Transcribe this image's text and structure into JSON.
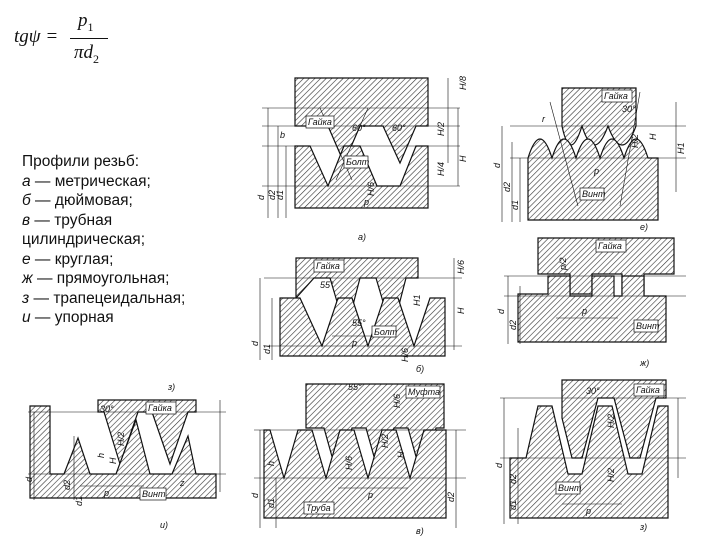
{
  "formula": {
    "lhs": "tgψ =",
    "numerator": "p",
    "numerator_sub": "1",
    "denominator": "πd",
    "denominator_sub": "2"
  },
  "caption": {
    "title": "Профили резьб:",
    "items": [
      {
        "letter": "а",
        "text": " — метрическая;"
      },
      {
        "letter": "б",
        "text": " — дюймовая;"
      },
      {
        "letter": "в",
        "text": " — трубная"
      },
      {
        "letter": "",
        "text": "цилиндрическая;"
      },
      {
        "letter": " е",
        "text": " — круглая;"
      },
      {
        "letter": "ж",
        "text": " — прямоугольная;"
      },
      {
        "letter": "з",
        "text": " — трапецеидальная;"
      },
      {
        "letter": "и",
        "text": " — упорная"
      }
    ]
  },
  "figures": [
    {
      "id": "a",
      "caption": "а)",
      "nut": "Гайка",
      "bolt": "Болт",
      "angle_left": "60°",
      "angle_right": "60°",
      "dims": [
        "H/8",
        "H/2",
        "H",
        "H/4",
        "H/6",
        "b",
        "d",
        "d2",
        "d1",
        "p"
      ]
    },
    {
      "id": "e",
      "caption": "е)",
      "nut": "Гайка",
      "bolt": "Винт",
      "angle": "30°",
      "dims": [
        "H/2",
        "H",
        "H1",
        "d",
        "d2",
        "d1",
        "r",
        "p"
      ]
    },
    {
      "id": "b",
      "caption": "б)",
      "nut": "Гайка",
      "bolt": "Болт",
      "angle_top": "55°",
      "angle_bottom": "55°",
      "dims": [
        "H/6",
        "H1",
        "H",
        "H/6",
        "d",
        "d1",
        "p"
      ]
    },
    {
      "id": "zh",
      "caption": "ж)",
      "nut": "Гайка",
      "bolt": "Винт",
      "dims": [
        "p/2",
        "d",
        "d2",
        "p"
      ]
    },
    {
      "id": "i",
      "caption": "и)",
      "caption_top": "з)",
      "nut": "Гайка",
      "bolt": "Винт",
      "angle": "30°",
      "dims": [
        "H/2",
        "h",
        "H",
        "z",
        "d",
        "d2",
        "d1",
        "p"
      ]
    },
    {
      "id": "v",
      "caption": "в)",
      "nut": "Муфта",
      "bolt": "Труба",
      "angle": "55°",
      "dims": [
        "H/6",
        "H/2",
        "h",
        "H",
        "H/6",
        "d",
        "d1",
        "d2",
        "p"
      ]
    },
    {
      "id": "z",
      "caption": "з)",
      "nut": "Гайка",
      "bolt": "Винт",
      "angle": "30°",
      "dims": [
        "H/2",
        "H/2",
        "d",
        "d2",
        "d1",
        "p"
      ]
    }
  ]
}
